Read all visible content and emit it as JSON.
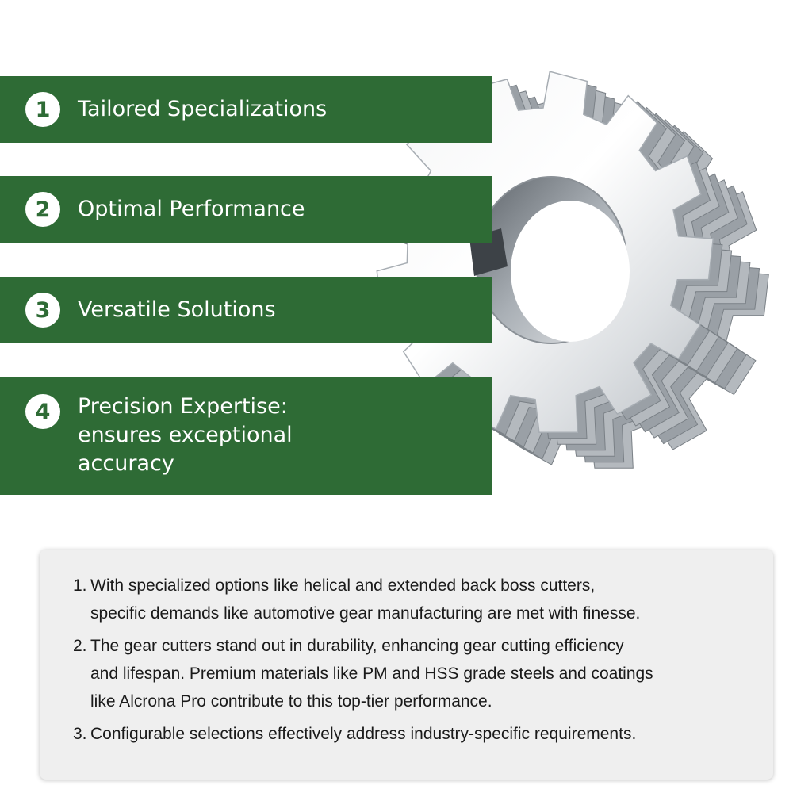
{
  "features": [
    {
      "number": "1",
      "lines": [
        "Tailored Specializations"
      ]
    },
    {
      "number": "2",
      "lines": [
        "Optimal Performance"
      ]
    },
    {
      "number": "3",
      "lines": [
        "Versatile Solutions"
      ]
    },
    {
      "number": "4",
      "lines": [
        "Precision Expertise:",
        "ensures exceptional",
        "accuracy"
      ]
    }
  ],
  "details": [
    {
      "number": "1.",
      "lines": [
        "With specialized options like helical and extended back boss cutters,",
        "specific demands like automotive gear manufacturing are met with finesse."
      ]
    },
    {
      "number": "2.",
      "lines": [
        "The gear cutters stand out in durability, enhancing gear cutting efficiency",
        "and lifespan. Premium materials like PM and HSS grade steels and coatings",
        "like Alcrona Pro contribute to this top-tier performance."
      ]
    },
    {
      "number": "3.",
      "lines": [
        "Configurable selections effectively address industry-specific requirements."
      ]
    }
  ],
  "colors": {
    "banner": "#2e6b35",
    "panel": "#efefef",
    "metal": "#c8ccd0"
  },
  "image": {
    "subject": "gear-cutter"
  }
}
